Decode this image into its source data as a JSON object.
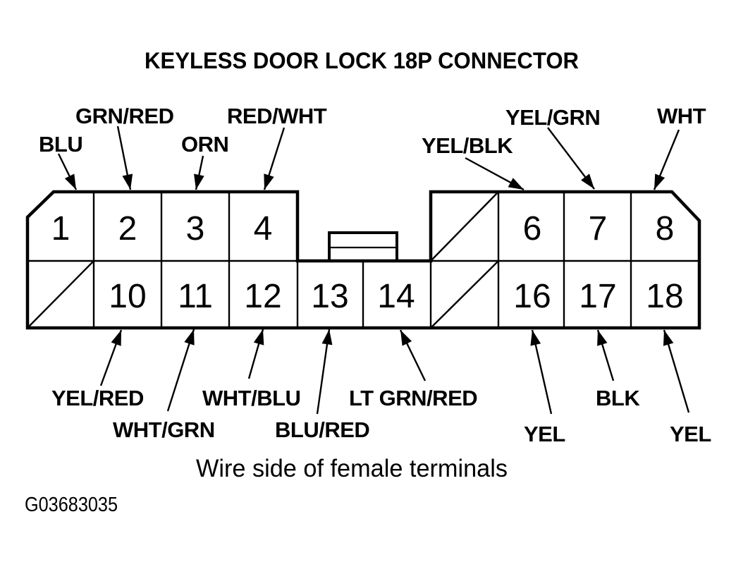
{
  "colors": {
    "ink": "#000000",
    "background": "#ffffff"
  },
  "title": "KEYLESS DOOR LOCK 18P CONNECTOR",
  "caption": "Wire side of female terminals",
  "figure_id": "G03683035",
  "pin_numbers": {
    "top": [
      "1",
      "2",
      "3",
      "4",
      "6",
      "7",
      "8"
    ],
    "bottom": [
      "10",
      "11",
      "12",
      "13",
      "14",
      "16",
      "17",
      "18"
    ]
  },
  "wire_labels": {
    "top": [
      {
        "label": "BLU",
        "pin": "1"
      },
      {
        "label": "GRN/RED",
        "pin": "2"
      },
      {
        "label": "ORN",
        "pin": "3"
      },
      {
        "label": "RED/WHT",
        "pin": "4"
      },
      {
        "label": "YEL/BLK",
        "pin": "6"
      },
      {
        "label": "YEL/GRN",
        "pin": "7"
      },
      {
        "label": "WHT",
        "pin": "8"
      }
    ],
    "bottom": [
      {
        "label": "YEL/RED",
        "pin": "10"
      },
      {
        "label": "WHT/GRN",
        "pin": "11"
      },
      {
        "label": "WHT/BLU",
        "pin": "12"
      },
      {
        "label": "BLU/RED",
        "pin": "13"
      },
      {
        "label": "LT GRN/RED",
        "pin": "14"
      },
      {
        "label": "YEL",
        "pin": "16"
      },
      {
        "label": "BLK",
        "pin": "17"
      },
      {
        "label": "YEL",
        "pin": "18"
      }
    ]
  }
}
